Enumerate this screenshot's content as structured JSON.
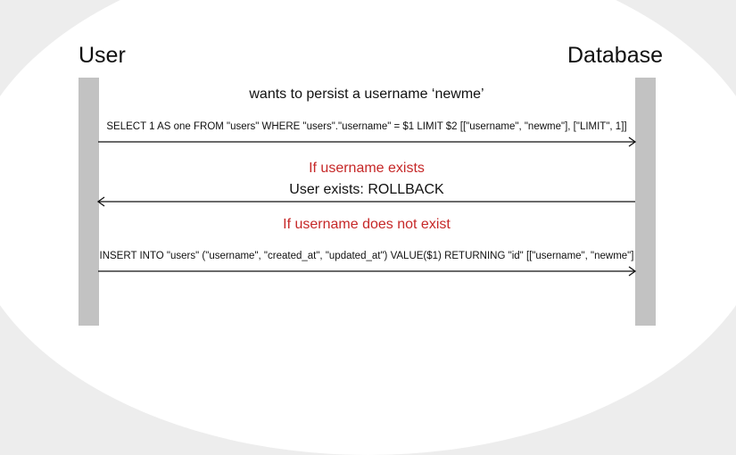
{
  "actors": {
    "left": "User",
    "right": "Database"
  },
  "messages": {
    "intent": "wants to persist a username ‘newme’",
    "select_query": "SELECT  1 AS one FROM \"users\" WHERE \"users\".\"username\" = $1 LIMIT $2  [[\"username\", \"newme\"], [\"LIMIT\", 1]]",
    "condition_exists": "If username exists",
    "rollback": "User exists: ROLLBACK",
    "condition_not_exists": "If username does not exist",
    "insert_query": "INSERT INTO \"users\" (\"username\", \"created_at\", \"updated_at\") VALUE($1) RETURNING \"id\"  [[\"username\", \"newme\"]"
  },
  "colors": {
    "condition": "#c62828",
    "lifeline": "#c2c2c2"
  }
}
